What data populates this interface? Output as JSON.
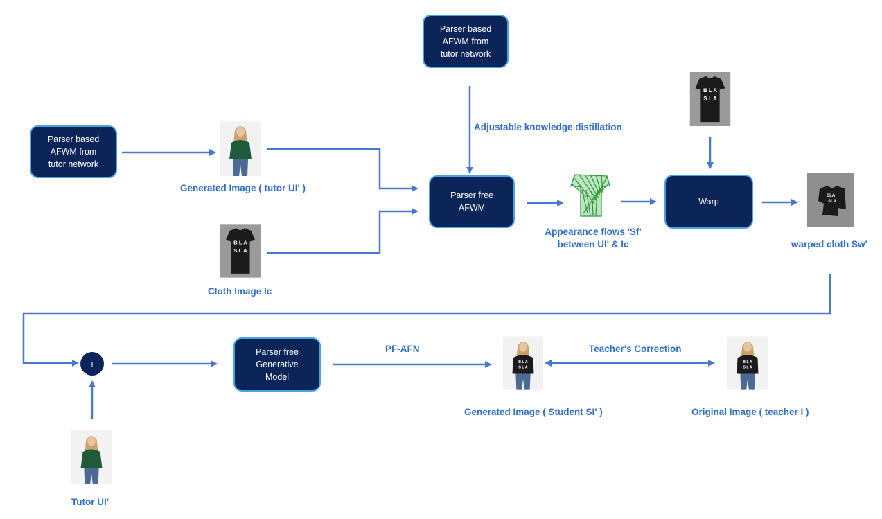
{
  "nodes": {
    "tutor_afwm_top": "Parser based\nAFWM from\ntutor network",
    "tutor_afwm_left": "Parser based\nAFWM from\ntutor network",
    "parser_free_afwm": "Parser free\nAFWM",
    "warp": "Warp",
    "generative_model": "Parser free\nGenerative\nModel",
    "plus": "+"
  },
  "labels": {
    "distillation": "Adjustable knowledge distillation",
    "generated_tutor": "Generated Image ( tutor UI' )",
    "cloth_image": "Cloth Image Ic",
    "appearance_flows": "Appearance flows 'Sf'\nbetween UI' & Ic",
    "warped_cloth": "warped cloth Sw'",
    "pf_afn": "PF-AFN",
    "teacher_correction": "Teacher's Correction",
    "generated_student": "Generated Image ( Student SI' )",
    "original_image": "Original Image ( teacher I )",
    "tutor_ui": "Tutor UI'"
  },
  "shirt_text": "BLA\nSLA",
  "colors": {
    "box_fill": "#0c2558",
    "box_border": "#4aa3e0",
    "arrow": "#4a78cc",
    "label": "#2f6fcc",
    "shirt_dark": "#1b1b1b",
    "shirt_green": "#1f5a3a",
    "flow_green": "#2f9a3a",
    "photo_bg": "#f2f2f2",
    "cloth_bg": "#9a9a9a"
  }
}
